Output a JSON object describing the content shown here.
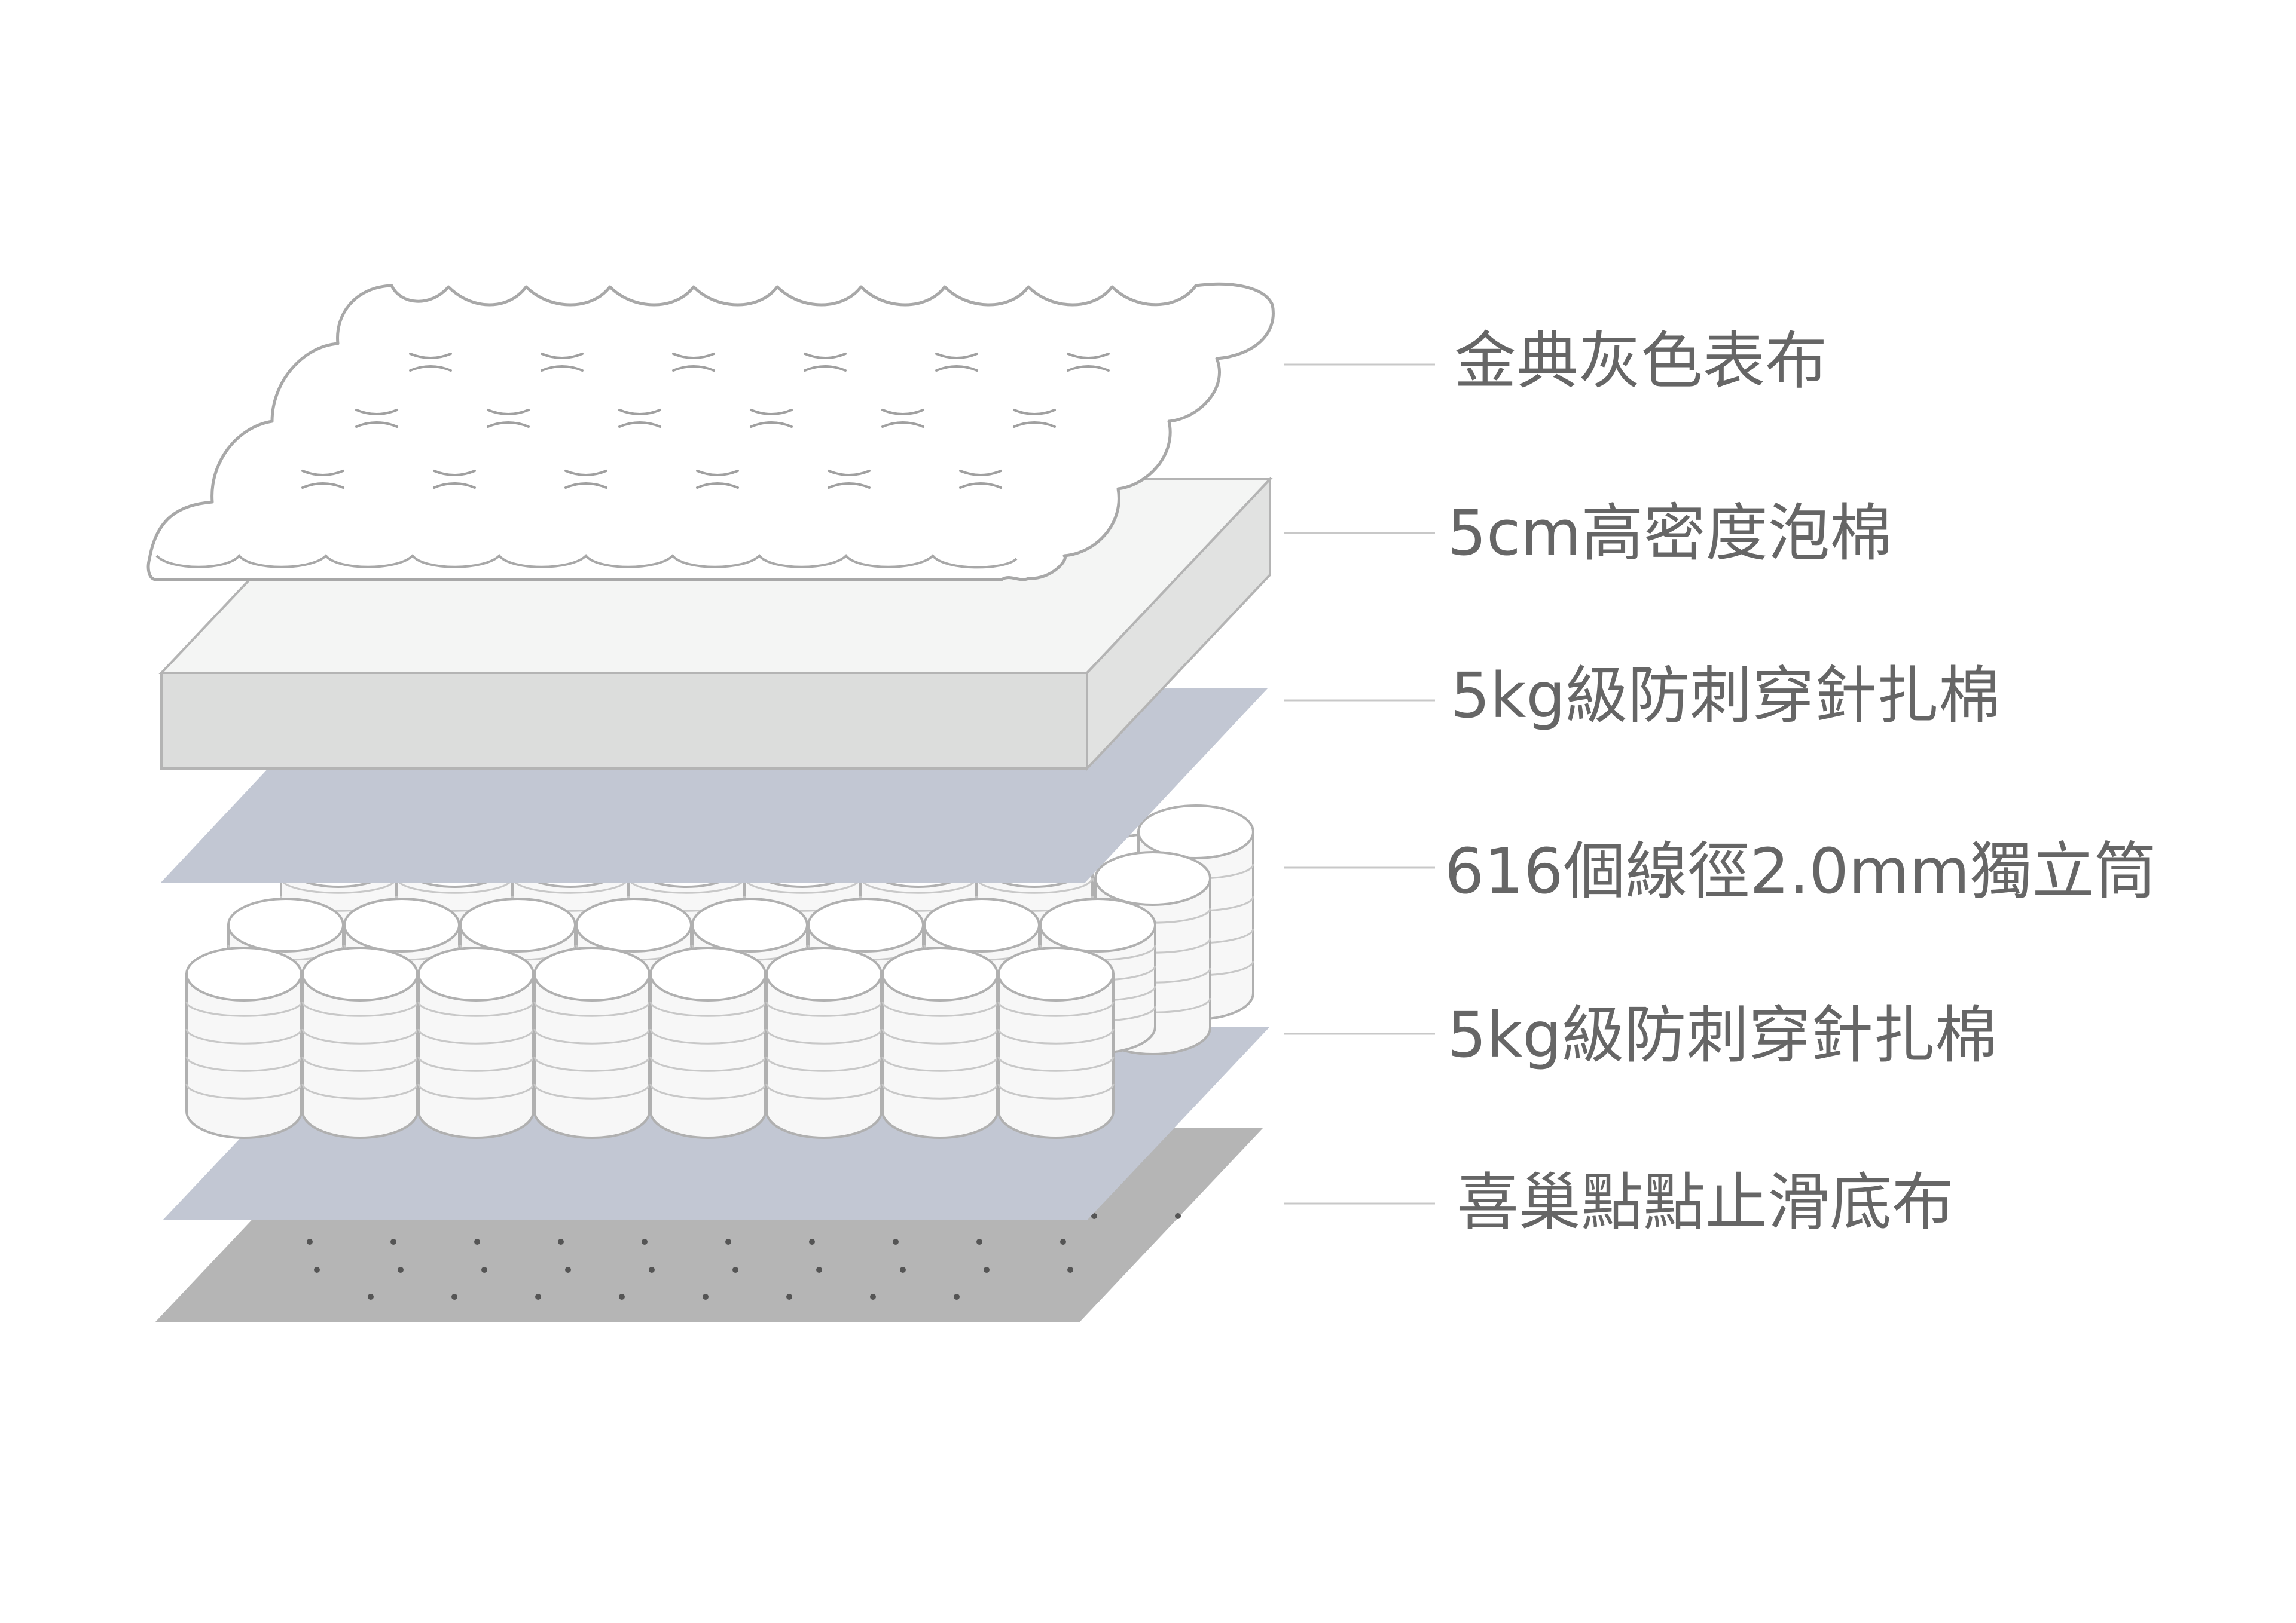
{
  "colors": {
    "background": "#ffffff",
    "outline": "#a8a8a8",
    "cover_fill": "#ffffff",
    "foam_front": "#dcdddc",
    "foam_top": "#f4f5f4",
    "foam_side": "#e1e2e1",
    "needled_cotton": "#c2c7d3",
    "base_fabric": "#b5b5b5",
    "base_dots": "#555555",
    "spring_fill": "#f7f7f7",
    "label_text": "#666666",
    "leader_line": "#c8c8c8"
  },
  "layers": [
    {
      "id": "cover",
      "icon": "quilted-cover-icon",
      "label": "金典灰色表布"
    },
    {
      "id": "foam",
      "icon": "foam-slab-icon",
      "label": "5cm高密度泡棉"
    },
    {
      "id": "cotton-top",
      "icon": "needled-cotton-sheet-icon",
      "label": "5kg級防刺穿針扎棉"
    },
    {
      "id": "springs",
      "icon": "pocket-springs-icon",
      "label": "616個線徑2.0mm獨立筒"
    },
    {
      "id": "cotton-bottom",
      "icon": "needled-cotton-sheet-icon",
      "label": "5kg級防刺穿針扎棉"
    },
    {
      "id": "base",
      "icon": "anti-slip-base-fabric-icon",
      "label": "喜巢點點止滑底布"
    }
  ]
}
